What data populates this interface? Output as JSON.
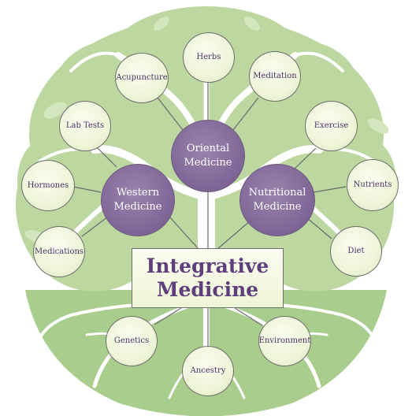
{
  "center": {
    "label": "Integrative\nMedicine"
  },
  "categories": [
    {
      "id": "oriental",
      "label": "Oriental\nMedicine"
    },
    {
      "id": "western",
      "label": "Western\nMedicine"
    },
    {
      "id": "nutritional",
      "label": "Nutritional\nMedicine"
    }
  ],
  "nodes": [
    {
      "id": "acupuncture",
      "label": "Acupuncture",
      "parent": "oriental"
    },
    {
      "id": "herbs",
      "label": "Herbs",
      "parent": "oriental"
    },
    {
      "id": "meditation",
      "label": "Meditation",
      "parent": "oriental"
    },
    {
      "id": "lab-tests",
      "label": "Lab Tests",
      "parent": "western"
    },
    {
      "id": "hormones",
      "label": "Hormones",
      "parent": "western"
    },
    {
      "id": "medications",
      "label": "Medications",
      "parent": "western"
    },
    {
      "id": "exercise",
      "label": "Exercise",
      "parent": "nutritional"
    },
    {
      "id": "nutrients",
      "label": "Nutrients",
      "parent": "nutritional"
    },
    {
      "id": "diet",
      "label": "Diet",
      "parent": "nutritional"
    },
    {
      "id": "genetics",
      "label": "Genetics",
      "parent": "center"
    },
    {
      "id": "ancestry",
      "label": "Ancestry",
      "parent": "center"
    },
    {
      "id": "environment",
      "label": "Environment",
      "parent": "center"
    }
  ],
  "colors": {
    "tree_green": "#b9d59c",
    "root_green": "#a8cc8a",
    "category_purple": "#7f6596",
    "text_purple": "#5e3f7c",
    "connector": "#6a6a6a"
  }
}
